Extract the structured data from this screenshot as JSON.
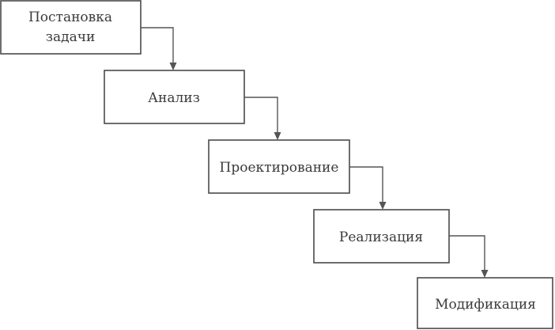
{
  "diagram": {
    "type": "waterfall-process",
    "stages": [
      {
        "id": "postanovka",
        "lines": [
          "Постановка",
          "задачи"
        ]
      },
      {
        "id": "analiz",
        "lines": [
          "Анализ"
        ]
      },
      {
        "id": "proektirovanie",
        "lines": [
          "Проектирование"
        ]
      },
      {
        "id": "realizatsiya",
        "lines": [
          "Реализация"
        ]
      },
      {
        "id": "modifikatsiya",
        "lines": [
          "Модификация"
        ]
      }
    ],
    "connections": [
      {
        "from": "postanovka",
        "to": "analiz"
      },
      {
        "from": "analiz",
        "to": "proektirovanie"
      },
      {
        "from": "proektirovanie",
        "to": "realizatsiya"
      },
      {
        "from": "realizatsiya",
        "to": "modifikatsiya"
      }
    ]
  }
}
